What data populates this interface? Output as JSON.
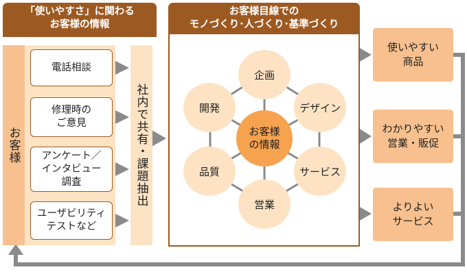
{
  "left_header": {
    "line1": "「使いやすさ」に関わる",
    "line2": "お客様の情報"
  },
  "right_header": {
    "line1": "お客様目線での",
    "line2": "モノづくり･人づくり･基準づくり"
  },
  "customer_label": "お客様",
  "sources": [
    {
      "lines": [
        "電話相談"
      ]
    },
    {
      "lines": [
        "修理時の",
        "ご意見"
      ]
    },
    {
      "lines": [
        "アンケート／",
        "インタビュー",
        "調査"
      ]
    },
    {
      "lines": [
        "ユーザビリティ",
        "テストなど"
      ]
    }
  ],
  "share_label": "社内で共有・課題抽出",
  "center": {
    "line1": "お客様",
    "line2": "の情報"
  },
  "departments": {
    "planning": "企画",
    "design": "デザイン",
    "service": "サービス",
    "sales": "営業",
    "quality": "品質",
    "development": "開発"
  },
  "outcomes": [
    {
      "lines": [
        "使いやすい",
        "商品"
      ]
    },
    {
      "lines": [
        "わかりやすい",
        "営業・販促"
      ]
    },
    {
      "lines": [
        "よりよい",
        "サービス"
      ]
    }
  ],
  "colors": {
    "brown": "#9c5a22",
    "peach": "#f7c08e",
    "light_peach": "#fde3c4",
    "center_orange": "#f7a24f",
    "connector_gray": "#8a8a8a"
  }
}
